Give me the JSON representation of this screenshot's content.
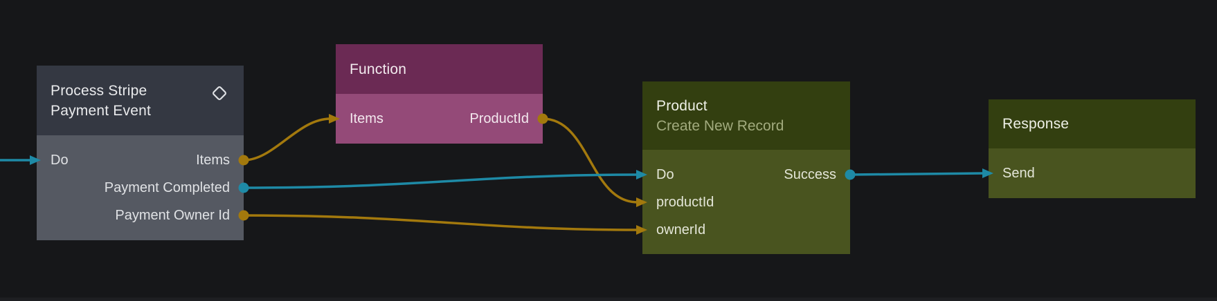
{
  "colors": {
    "background": "#161719",
    "teal": "#1e8aa6",
    "gold": "#a3790d",
    "node_slate_header": "#343842",
    "node_slate_body": "#555962",
    "node_plum_header": "#6b2a54",
    "node_plum_body": "#944a78",
    "node_olive_header": "#333f10",
    "node_olive_body": "#49541f"
  },
  "nodes": {
    "stripe_event": {
      "title": "Process Stripe Payment Event",
      "ports": [
        {
          "left": "Do",
          "right": "Items"
        },
        {
          "right": "Payment Completed"
        },
        {
          "right": "Payment Owner Id"
        }
      ]
    },
    "function": {
      "title": "Function",
      "ports": [
        {
          "left": "Items",
          "right": "ProductId"
        }
      ]
    },
    "product": {
      "title": "Product",
      "subtitle": "Create New Record",
      "ports": [
        {
          "left": "Do",
          "right": "Success"
        },
        {
          "left": "productId"
        },
        {
          "left": "ownerId"
        }
      ]
    },
    "response": {
      "title": "Response",
      "ports": [
        {
          "left": "Send"
        }
      ]
    }
  },
  "connections": [
    {
      "from": "canvas-left-edge",
      "to": "Process Stripe Payment Event.Do",
      "color": "teal"
    },
    {
      "from": "Process Stripe Payment Event.Items",
      "to": "Function.Items",
      "color": "gold"
    },
    {
      "from": "Function.ProductId",
      "to": "Product.productId",
      "color": "gold"
    },
    {
      "from": "Process Stripe Payment Event.Payment Completed",
      "to": "Product.Do",
      "color": "teal"
    },
    {
      "from": "Process Stripe Payment Event.Payment Owner Id",
      "to": "Product.ownerId",
      "color": "gold"
    },
    {
      "from": "Product.Success",
      "to": "Response.Send",
      "color": "teal"
    }
  ]
}
